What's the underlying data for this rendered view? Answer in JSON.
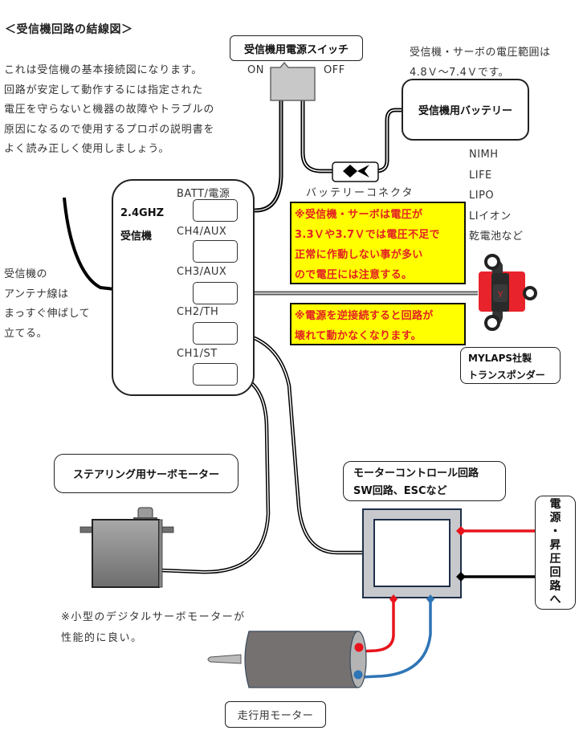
{
  "title": "＜受信機回路の結線図＞",
  "intro": {
    "lines": [
      "これは受信機の基本接続図になります。",
      "回路が安定して動作するには指定された",
      "電圧を守らないと機器の故障やトラブルの",
      "原因になるので使用するプロポの説明書を",
      "よく読み正しく使用しましょう。"
    ]
  },
  "power_switch": {
    "label": "受信機用電源スイッチ",
    "on_label": "ON",
    "off_label": "OFF"
  },
  "voltage_note": {
    "line1": "受信機・サーボの電圧範囲は",
    "line2": "4.8Ｖ～7.4Ｖです。"
  },
  "battery": {
    "label": "受信機用バッテリー",
    "types": [
      "NIMH",
      "LIFE",
      "LIPO",
      "LIイオン",
      "乾電池など"
    ]
  },
  "connector_label": "バッテリーコネクタ",
  "receiver": {
    "name_line1": "2.4GHZ",
    "name_line2": "受信機",
    "ports": [
      {
        "label": "BATT/電源",
        "connected": true
      },
      {
        "label": "CH4/AUX",
        "connected": false
      },
      {
        "label": "CH3/AUX",
        "connected": true
      },
      {
        "label": "CH2/TH",
        "connected": true
      },
      {
        "label": "CH1/ST",
        "connected": true
      }
    ]
  },
  "antenna_note": {
    "lines": [
      "受信機の",
      "アンテナ線は",
      "まっすぐ伸ばして",
      "立てる。"
    ]
  },
  "warning1": {
    "lines": [
      "※受信機・サーボは電圧が",
      "3.3Ｖや3.7Ｖでは電圧不足で",
      "正常に作動しない事が多い",
      "ので電圧には注意する。"
    ]
  },
  "warning2": {
    "lines": [
      "※電源を逆接続すると回路が",
      "壊れて動かなくなります。"
    ]
  },
  "transponder": {
    "line1": "MYLAPS社製",
    "line2": "トランスポンダー"
  },
  "servo": {
    "label": "ステアリング用サーボモーター",
    "note_line1": "※小型のデジタルサーボモーターが",
    "note_line2": "性能的に良い。"
  },
  "esc": {
    "line1": "モーターコントロール回路",
    "line2": "SW回路、ESCなど"
  },
  "power_circuit": {
    "chars": [
      "電",
      "源",
      "・",
      "昇",
      "圧",
      "回",
      "路",
      "へ"
    ]
  },
  "drive_motor": {
    "label": "走行用モーター"
  },
  "colors": {
    "warning_bg": "#ffff00",
    "warning_text": "#e32222",
    "wire_red": "#e8141c",
    "wire_blue": "#2e75b6",
    "esc_frame": "#c8c9cc",
    "esc_border": "#1f2f4a",
    "transponder_red": "#e8232b"
  }
}
